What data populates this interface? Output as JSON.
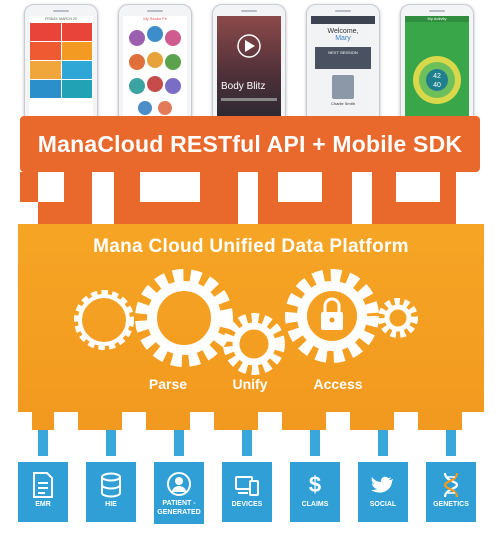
{
  "api_banner": {
    "title": "ManaCloud RESTful API + Mobile SDK"
  },
  "platform": {
    "title": "Mana Cloud Unified Data Platform",
    "stages": [
      "Parse",
      "Unify",
      "Access"
    ]
  },
  "sources": [
    {
      "label": "EMR",
      "icon": "document-icon"
    },
    {
      "label": "HIE",
      "icon": "database-icon"
    },
    {
      "label": "PATIENT -\nGENERATED",
      "icon": "person-icon"
    },
    {
      "label": "DEVICES",
      "icon": "devices-icon"
    },
    {
      "label": "CLAIMS",
      "icon": "dollar-icon"
    },
    {
      "label": "SOCIAL",
      "icon": "bird-icon"
    },
    {
      "label": "GENETICS",
      "icon": "dna-icon"
    }
  ],
  "phones": {
    "phone1": {
      "header": "FRIDAY, MARCH 20"
    },
    "phone2": {
      "header": "My Studio Fit"
    },
    "phone3": {
      "title": "Body Blitz"
    },
    "phone4": {
      "welcome": "Welcome,",
      "name": "Mary",
      "next_session": "NEXT SESSION",
      "coach": "Charlie Smith"
    },
    "phone5": {
      "header": "My Activity",
      "tile_top": "42",
      "tile_bottom": "40"
    }
  },
  "colors": {
    "api_orange": "#e9682c",
    "platform_orange": "#f6a525",
    "source_blue": "#2f9fd6",
    "white": "#ffffff"
  }
}
